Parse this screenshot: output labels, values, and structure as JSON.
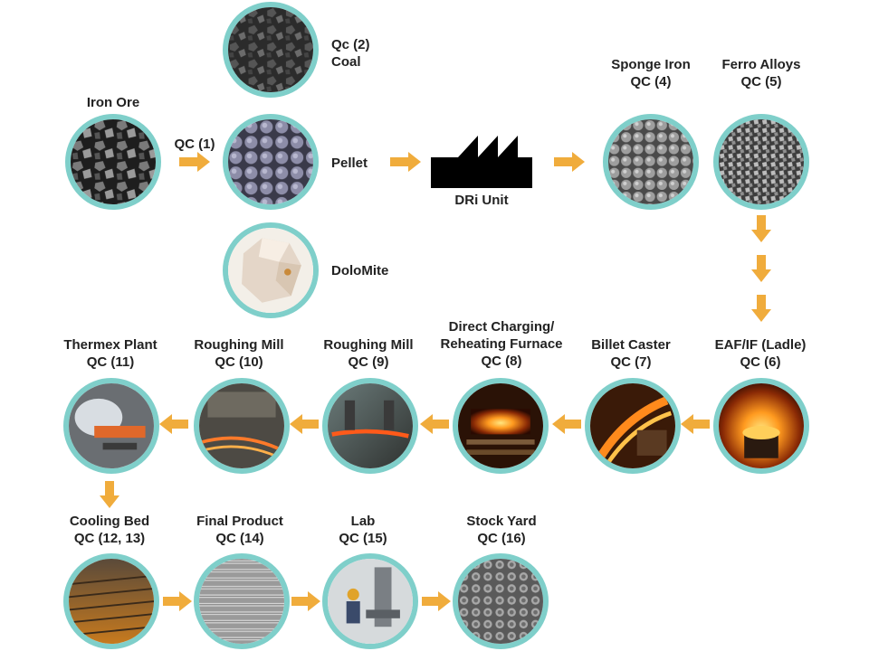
{
  "colors": {
    "ring": "#7fcfca",
    "arrow": "#f0ac3c",
    "text": "#222222"
  },
  "nodes": {
    "coal": {
      "l1": "Qc (2)",
      "l2": "Coal"
    },
    "iron_ore": {
      "l1": "Iron Ore"
    },
    "qc1": {
      "l1": "QC (1)"
    },
    "pellet": {
      "l1": "Pellet"
    },
    "dolomite": {
      "l1": "DoloMite"
    },
    "dri": {
      "l1": "DRi Unit"
    },
    "sponge": {
      "l1": "Sponge Iron",
      "l2": "QC (4)"
    },
    "ferro": {
      "l1": "Ferro Alloys",
      "l2": "QC (5)"
    },
    "eaf": {
      "l1": "EAF/IF (Ladle)",
      "l2": "QC (6)"
    },
    "billet": {
      "l1": "Billet Caster",
      "l2": "QC (7)"
    },
    "direct": {
      "l1": "Direct Charging/",
      "l2": "Reheating Furnace",
      "l3": "QC (8)"
    },
    "rough9": {
      "l1": "Roughing Mill",
      "l2": "QC (9)"
    },
    "rough10": {
      "l1": "Roughing Mill",
      "l2": "QC (10)"
    },
    "thermex": {
      "l1": "Thermex Plant",
      "l2": "QC (11)"
    },
    "cooling": {
      "l1": "Cooling Bed",
      "l2": "QC (12, 13)"
    },
    "final": {
      "l1": "Final Product",
      "l2": "QC (14)"
    },
    "lab": {
      "l1": "Lab",
      "l2": "QC (15)"
    },
    "stock": {
      "l1": "Stock Yard",
      "l2": "QC (16)"
    }
  }
}
